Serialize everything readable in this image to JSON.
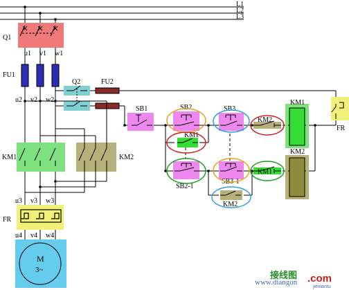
{
  "lines": {
    "l1": "L1",
    "l2": "L2",
    "l3": "L3"
  },
  "components": {
    "q1": "Q1",
    "fu1": "FU1",
    "q2": "Q2",
    "fu2": "FU2",
    "km1": "KM1",
    "km2": "KM2",
    "fr": "FR",
    "motor_m": "M",
    "motor_phase": "3~"
  },
  "terminals": {
    "u1": "u1",
    "v1": "v1",
    "w1": "w1",
    "u2": "u2",
    "v2": "v2",
    "w2": "w2",
    "u3": "u3",
    "v3": "v3",
    "w3": "w3",
    "u4": "u4",
    "v4": "v4",
    "w4": "w4"
  },
  "control": {
    "sb1": "SB1",
    "sb2": "SB2",
    "sb3": "SB3",
    "sb2_1": "SB2-1",
    "sb3_1": "SB3-1",
    "km1_aux": "KM1",
    "km2_aux": "KM2",
    "km2_interlock": "KM2",
    "km1_interlock": "KM1",
    "km2_hold": "KM2",
    "km1_coil": "KM1",
    "km2_coil": "KM2",
    "fr_contact": "FR"
  },
  "watermark": {
    "site_cn": "接线图",
    "site_com": ".com",
    "site_url": "www.diangon",
    "site_url2": "jiexiantu"
  },
  "colors": {
    "q1_fill": "#f07a7a",
    "fuse_fill": "#2c2cb4",
    "fuse2_fill": "#8b2a2a",
    "q2_fill": "#7fd0d0",
    "km1_fill": "#7ee07e",
    "km2_fill": "#b6b07a",
    "fr_fill": "#f0f07a",
    "motor_fill": "#66ccee",
    "pushbutton_fill": "#ee88ee",
    "coil1_fill": "#33dd33",
    "coil2_fill": "#8c8c3c",
    "ring_orange": "#e8a020",
    "ring_red": "#d02020",
    "ring_green": "#20a020",
    "ring_blue": "#30a0e0"
  }
}
